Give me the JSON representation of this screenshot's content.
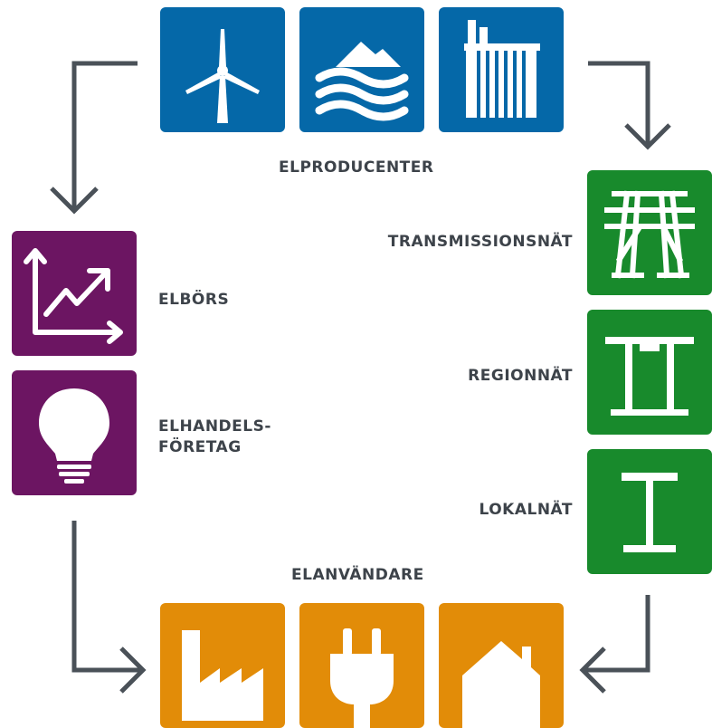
{
  "labels": {
    "producers": "ELPRODUCENTER",
    "transmission": "TRANSMISSIONSNÄT",
    "regional": "REGIONNÄT",
    "local": "LOKALNÄT",
    "consumers": "ELANVÄNDARE",
    "exchange": "ELBÖRS",
    "retailer_line1": "ELHANDELS-",
    "retailer_line2": "FÖRETAG"
  },
  "icons": {
    "producers": [
      "wind-turbine-icon",
      "hydro-water-icon",
      "power-plant-icon"
    ],
    "grid": [
      "transmission-tower-icon",
      "regional-pole-icon",
      "local-pole-icon"
    ],
    "market": [
      "rising-chart-icon",
      "light-bulb-icon"
    ],
    "consumers": [
      "factory-icon",
      "power-plug-icon",
      "house-icon"
    ]
  },
  "colors": {
    "producers": "#0568a8",
    "grid": "#188a2c",
    "market": "#6c1562",
    "consumers": "#e28c08",
    "arrows": "#4a5158",
    "text": "#3d434a"
  }
}
